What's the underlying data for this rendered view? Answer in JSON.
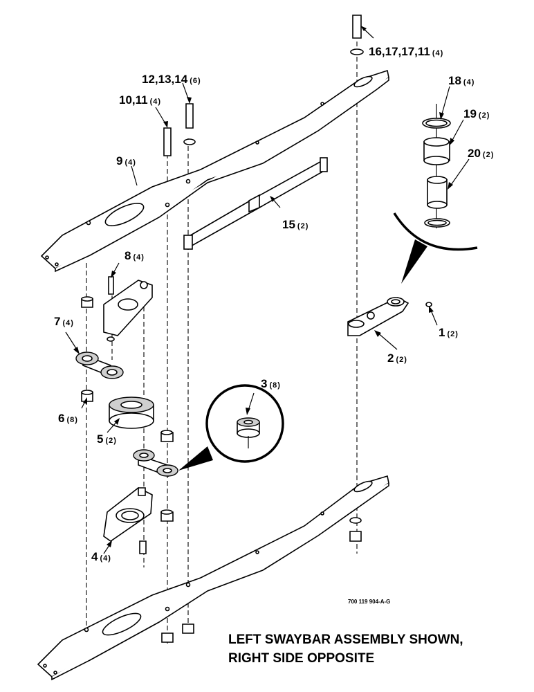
{
  "labels": [
    {
      "num": "16,17,17,11",
      "qty": "(4)"
    },
    {
      "num": "12,13,14",
      "qty": "(6)"
    },
    {
      "num": "10,11",
      "qty": "(4)"
    },
    {
      "num": "18",
      "qty": "(4)"
    },
    {
      "num": "19",
      "qty": "(2)"
    },
    {
      "num": "20",
      "qty": "(2)"
    },
    {
      "num": "9",
      "qty": "(4)"
    },
    {
      "num": "15",
      "qty": "(2)"
    },
    {
      "num": "8",
      "qty": "(4)"
    },
    {
      "num": "7",
      "qty": "(4)"
    },
    {
      "num": "1",
      "qty": "(2)"
    },
    {
      "num": "2",
      "qty": "(2)"
    },
    {
      "num": "3",
      "qty": "(8)"
    },
    {
      "num": "6",
      "qty": "(8)"
    },
    {
      "num": "5",
      "qty": "(2)"
    },
    {
      "num": "4",
      "qty": "(4)"
    }
  ],
  "drawing_code": "700 119 904-A-G",
  "note": {
    "line1": "LEFT SWAYBAR ASSEMBLY SHOWN,",
    "line2": "RIGHT SIDE OPPOSITE"
  }
}
